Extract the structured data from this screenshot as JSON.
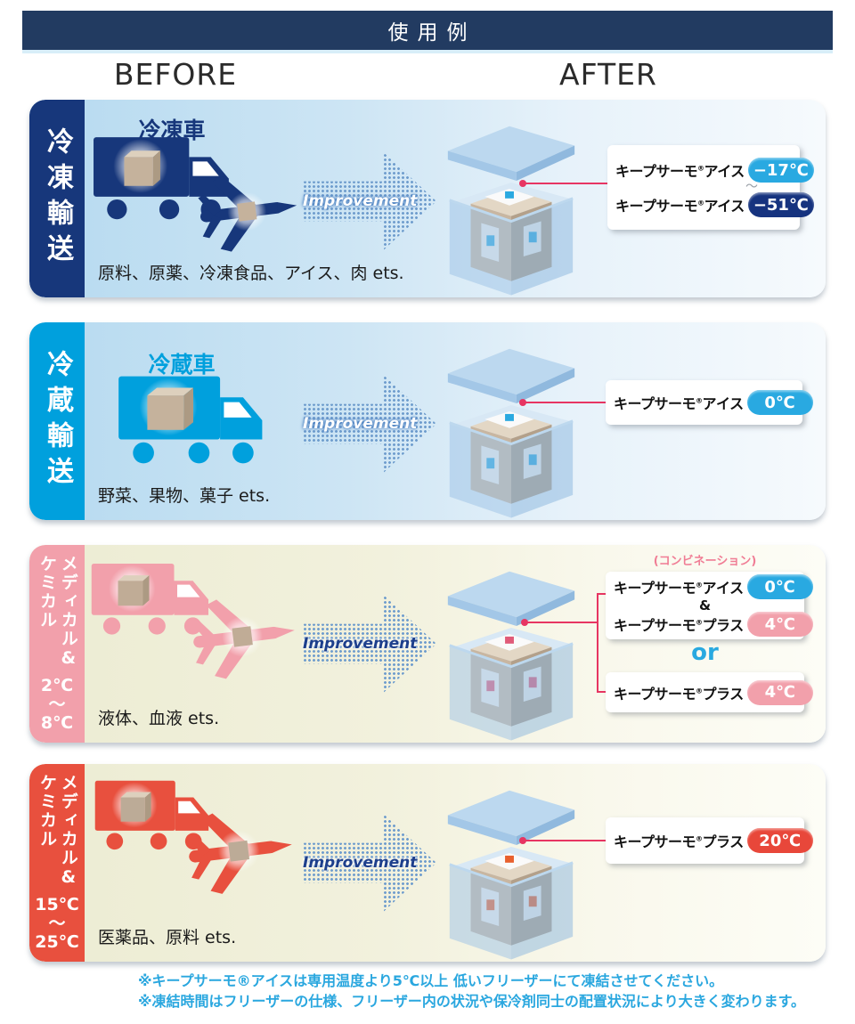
{
  "header": {
    "title": "使用例"
  },
  "columns": {
    "before": "BEFORE",
    "after": "AFTER"
  },
  "improvement_label": "Improvement",
  "reg": "®",
  "rows": [
    {
      "side_label": "冷凍輸送",
      "vehicle_title": "冷凍車",
      "items": "原料、原薬、冷凍食品、アイス、肉 ets.",
      "callout": {
        "line1": {
          "brand": "キープサーモ",
          "product": "アイス",
          "temp": "−17℃"
        },
        "range_tilde": "〜",
        "line2": {
          "brand": "キープサーモ",
          "product": "アイス",
          "temp": "−51℃"
        }
      }
    },
    {
      "side_label": "冷蔵輸送",
      "vehicle_title": "冷蔵車",
      "items": "野菜、果物、菓子 ets.",
      "callout": {
        "line1": {
          "brand": "キープサーモ",
          "product": "アイス",
          "temp": "0℃"
        }
      }
    },
    {
      "side_label": "メディカル&\nケミカル",
      "temp_range": {
        "from": "2℃",
        "tilde": "〜",
        "to": "8℃"
      },
      "items": "液体、血液 ets.",
      "combination_label": "(コンビネーション)",
      "callout": {
        "card1": {
          "line1": {
            "brand": "キープサーモ",
            "product": "アイス",
            "temp": "0℃"
          },
          "amp": "&",
          "line2": {
            "brand": "キープサーモ",
            "product": "プラス",
            "temp": "4℃"
          }
        },
        "or_label": "or",
        "card2": {
          "line1": {
            "brand": "キープサーモ",
            "product": "プラス",
            "temp": "4℃"
          }
        }
      }
    },
    {
      "side_label": "メディカル&\nケミカル",
      "temp_range": {
        "from": "15℃",
        "tilde": "〜",
        "to": "25℃"
      },
      "items": "医薬品、原料 ets.",
      "callout": {
        "line1": {
          "brand": "キープサーモ",
          "product": "プラス",
          "temp": "20℃"
        }
      }
    }
  ],
  "colors": {
    "header_bar": "#223b61",
    "navy": "#17377b",
    "cyan_blue": "#00a0dd",
    "pill_cyan": "#29a9e1",
    "pill_navy": "#16337f",
    "pill_pink": "#f2a0ab",
    "pill_red": "#e8473a",
    "medical_pink": "#f2a0ab",
    "medical_red": "#e8503e",
    "leader_line": "#e73562",
    "or_label": "#29a9e0",
    "combination_label": "#f07d95",
    "footer_text": "#2aa7df"
  },
  "footer": {
    "notes": [
      "※キープサーモ®アイスは専用温度より5℃以上 低いフリーザーにて凍結させてください。",
      "※凍結時間はフリーザーの仕様、フリーザー内の状況や保冷剤同士の配置状況により大きく変わります。"
    ]
  }
}
